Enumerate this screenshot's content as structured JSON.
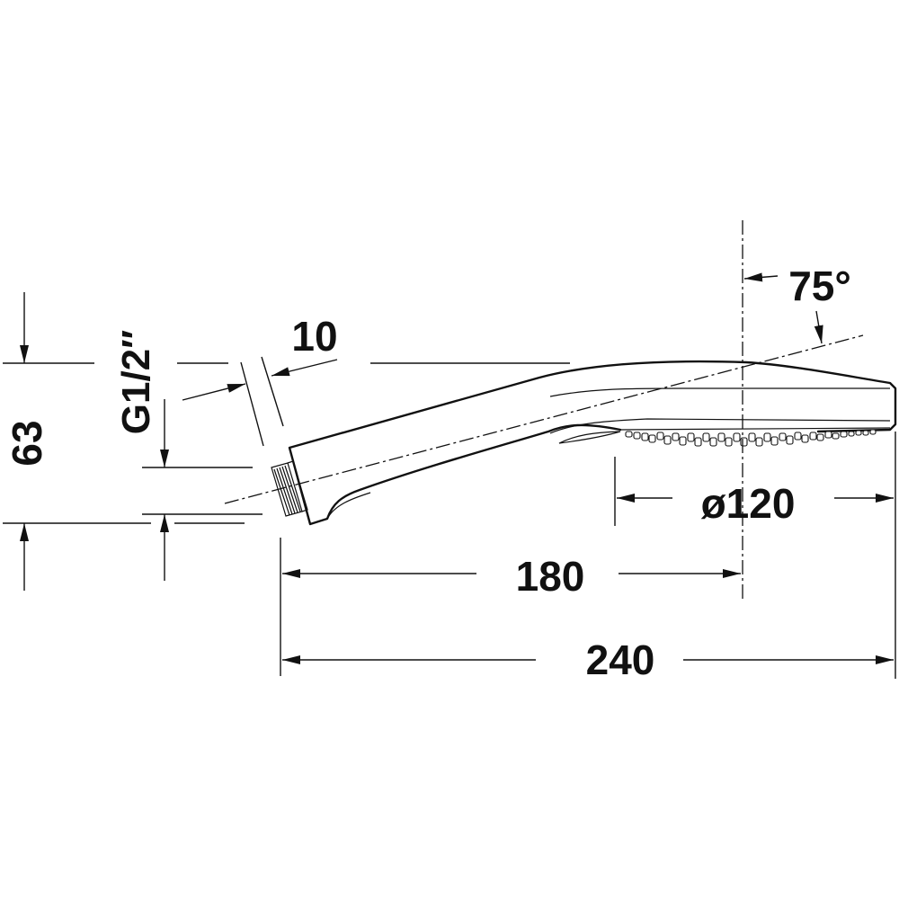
{
  "drawing": {
    "subject": "hand shower technical dimension drawing",
    "background_color": "#ffffff",
    "line_color": "#111111"
  },
  "dimensions": {
    "height_total": {
      "label": "63",
      "orientation": "vertical"
    },
    "thread": {
      "label": "G1/2″",
      "orientation": "vertical"
    },
    "thread_length": {
      "label": "10"
    },
    "angle": {
      "label": "75°"
    },
    "head_diameter": {
      "label": "ø120"
    },
    "head_center_distance": {
      "label": "180"
    },
    "overall_length": {
      "label": "240"
    }
  }
}
